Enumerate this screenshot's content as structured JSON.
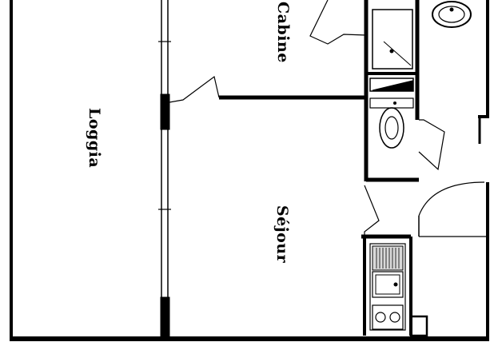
{
  "rooms": {
    "loggia": "Loggia",
    "cabine": "Cabine",
    "sejour": "Séjour"
  },
  "colors": {
    "wall": "#000000",
    "fixture_fill": "#d9d9d9",
    "background": "#ffffff"
  }
}
